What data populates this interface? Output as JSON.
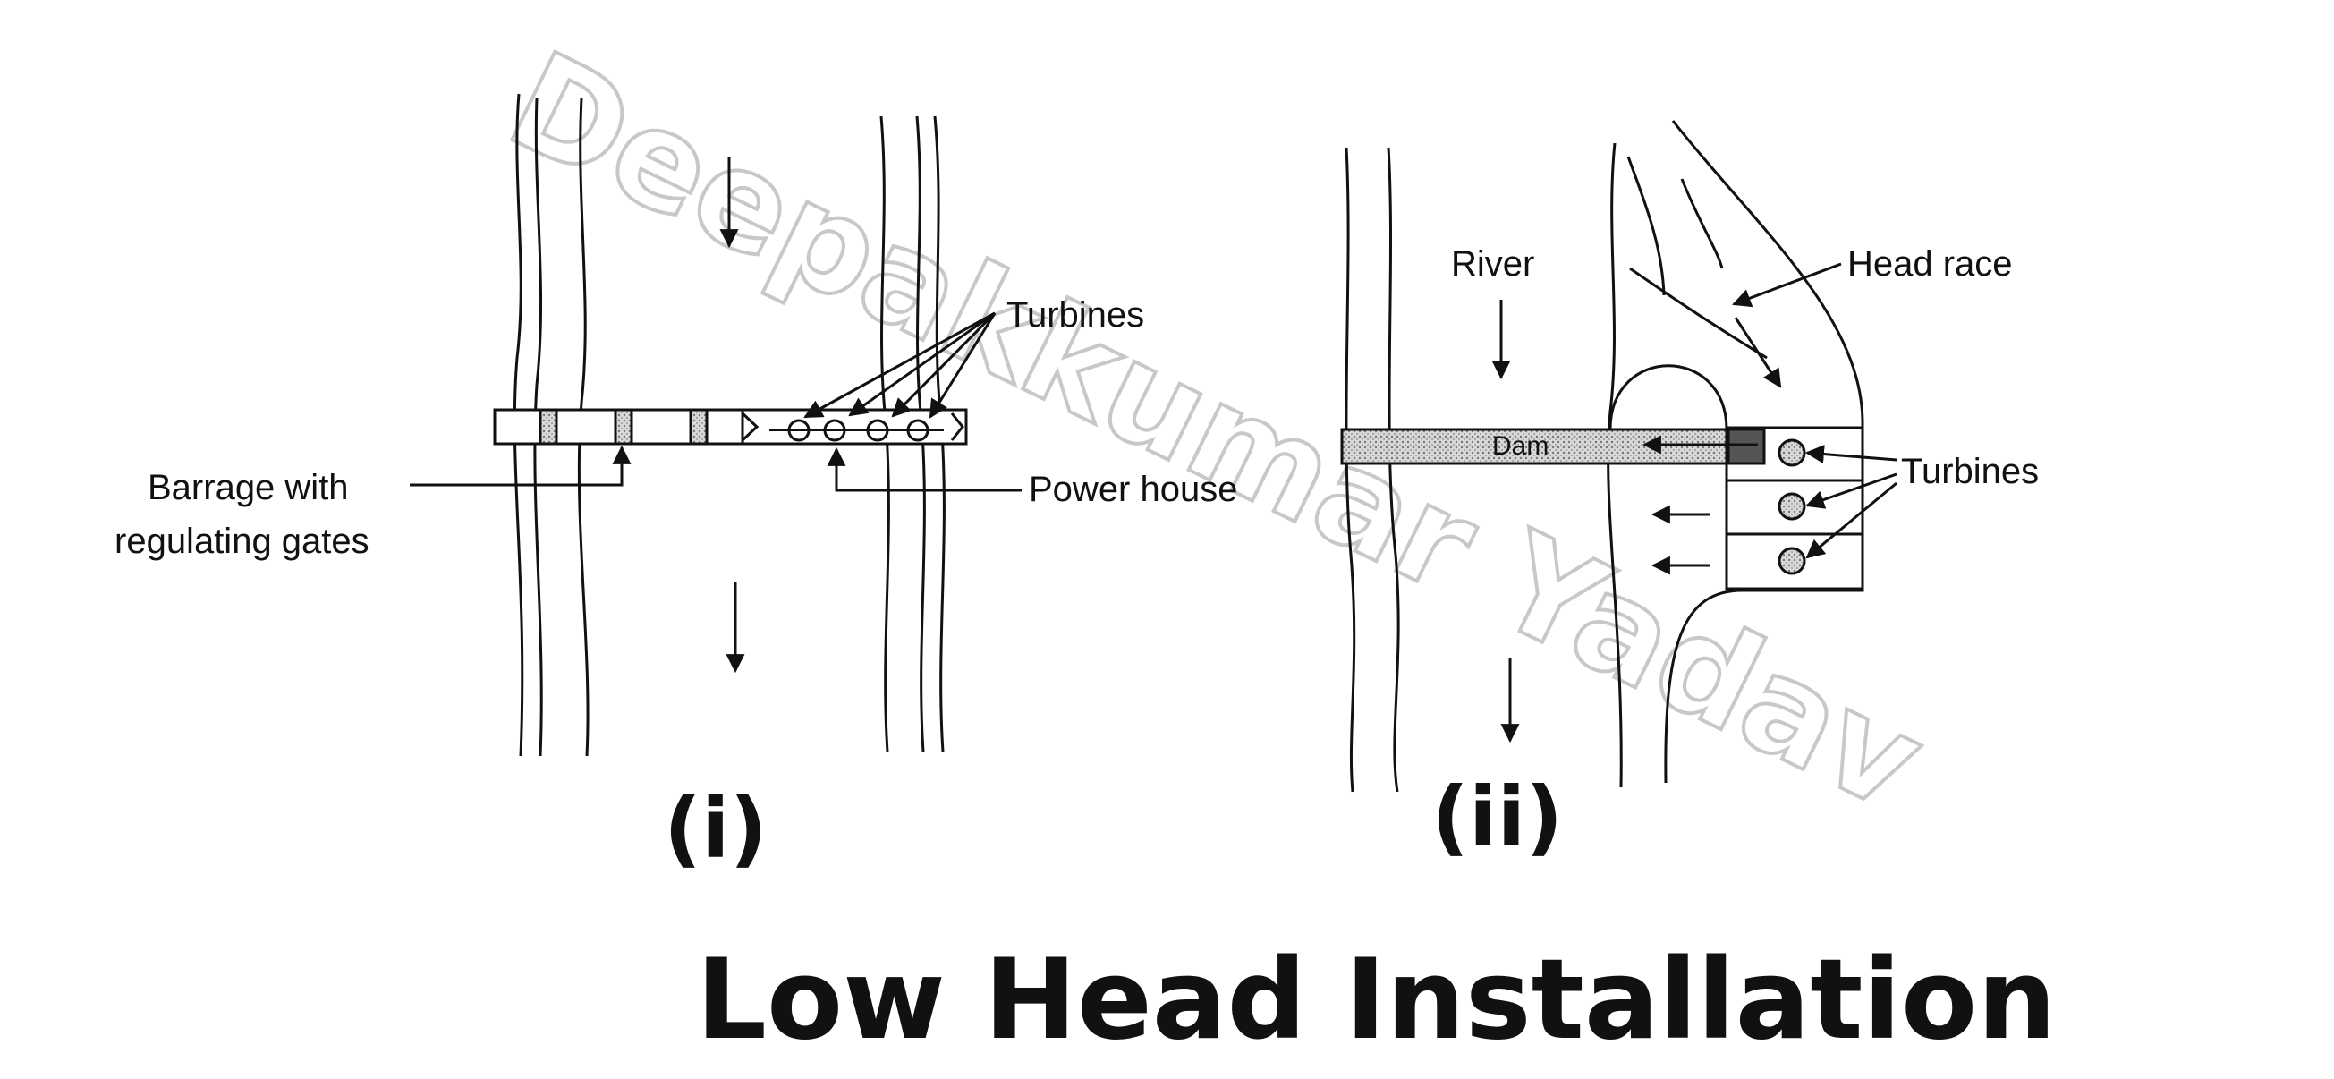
{
  "title": "Low Head Installation",
  "watermark": "Deepakkumar Yadav",
  "diagram_i": {
    "caption": "(i)",
    "labels": {
      "turbines": "Turbines",
      "barrage_line1": "Barrage with",
      "barrage_line2": "regulating gates",
      "power_house": "Power house"
    }
  },
  "diagram_ii": {
    "caption": "(ii)",
    "labels": {
      "river": "River",
      "head_race": "Head race",
      "dam": "Dam",
      "turbines": "Turbines"
    }
  }
}
